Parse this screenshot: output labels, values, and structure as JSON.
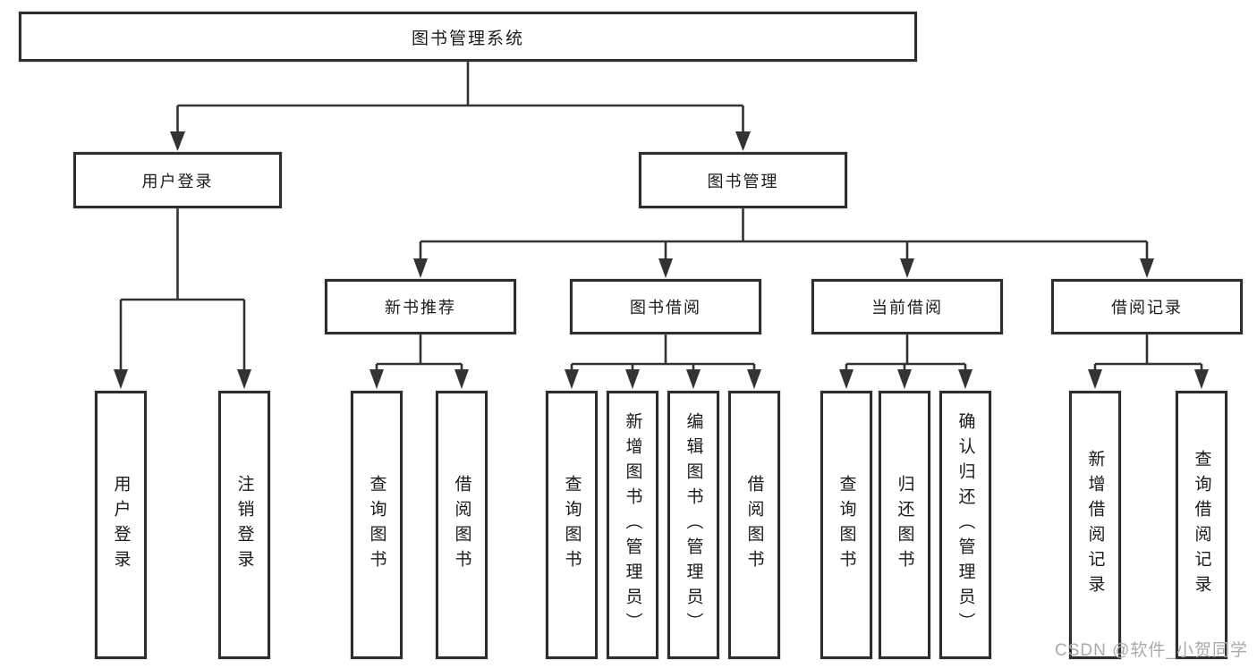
{
  "diagram": {
    "type": "hierarchy-tree",
    "root": {
      "label": "图书管理系统"
    },
    "level2": [
      {
        "id": "user-login",
        "label": "用户登录"
      },
      {
        "id": "book-management",
        "label": "图书管理"
      }
    ],
    "level3": [
      {
        "id": "new-book-recommendation",
        "parent": "图书管理",
        "label": "新书推荐"
      },
      {
        "id": "book-borrowing",
        "parent": "图书管理",
        "label": "图书借阅"
      },
      {
        "id": "current-borrowing",
        "parent": "图书管理",
        "label": "当前借阅"
      },
      {
        "id": "borrowing-records",
        "parent": "图书管理",
        "label": "借阅记录"
      }
    ],
    "leaves": [
      {
        "parent": "用户登录",
        "label": "用户登录"
      },
      {
        "parent": "用户登录",
        "label": "注销登录"
      },
      {
        "parent": "新书推荐",
        "label": "查询图书"
      },
      {
        "parent": "新书推荐",
        "label": "借阅图书"
      },
      {
        "parent": "图书借阅",
        "label": "查询图书"
      },
      {
        "parent": "图书借阅",
        "label": "新增图书（管理员）"
      },
      {
        "parent": "图书借阅",
        "label": "编辑图书（管理员）"
      },
      {
        "parent": "图书借阅",
        "label": "借阅图书"
      },
      {
        "parent": "当前借阅",
        "label": "查询图书"
      },
      {
        "parent": "当前借阅",
        "label": "归还图书"
      },
      {
        "parent": "当前借阅",
        "label": "确认归还（管理员）"
      },
      {
        "parent": "借阅记录",
        "label": "新增借阅记录"
      },
      {
        "parent": "借阅记录",
        "label": "查询借阅记录"
      }
    ],
    "watermark": "CSDN @软件_小贺同学",
    "colors": {
      "line": "#333333",
      "box_border": "#2e2e2e",
      "text": "#1a1a1a",
      "watermark": "#aaaaaa",
      "background": "#ffffff"
    }
  }
}
